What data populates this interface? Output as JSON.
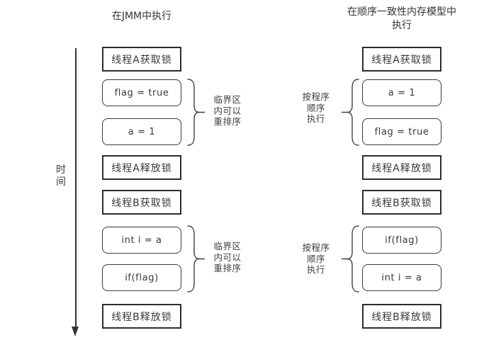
{
  "diagram_title_left": "在JMM中执行",
  "diagram_title_right": "在顺序一致性内存模型中\n执行",
  "time_axis": {
    "label": "时间"
  },
  "left_column": {
    "title": "在JMM中执行",
    "boxes": [
      {
        "label": "线程A获取锁",
        "style": "bold"
      },
      {
        "label": "flag = true",
        "style": "round"
      },
      {
        "label": "a = 1",
        "style": "round"
      },
      {
        "label": "线程A释放锁",
        "style": "bold"
      },
      {
        "label": "线程B获取锁",
        "style": "bold"
      },
      {
        "label": "int i = a",
        "style": "round"
      },
      {
        "label": "if(flag)",
        "style": "round"
      },
      {
        "label": "线程B释放锁",
        "style": "bold"
      }
    ],
    "annotations": [
      {
        "text": "临界区\n内可以\n重排序"
      },
      {
        "text": "临界区\n内可以\n重排序"
      }
    ]
  },
  "right_column": {
    "title": "在顺序一致性内存模型中\n执行",
    "boxes": [
      {
        "label": "线程A获取锁",
        "style": "bold"
      },
      {
        "label": "a = 1",
        "style": "round"
      },
      {
        "label": "flag = true",
        "style": "round"
      },
      {
        "label": "线程A释放锁",
        "style": "bold"
      },
      {
        "label": "线程B获取锁",
        "style": "bold"
      },
      {
        "label": "if(flag)",
        "style": "round"
      },
      {
        "label": "int i = a",
        "style": "round"
      },
      {
        "label": "线程B释放锁",
        "style": "bold"
      }
    ],
    "annotations": [
      {
        "text": "按程序\n顺序\n执行"
      },
      {
        "text": "按程序\n顺序\n执行"
      }
    ]
  },
  "colors": {
    "stroke": "#333333",
    "text": "#333333",
    "background": "#ffffff"
  }
}
